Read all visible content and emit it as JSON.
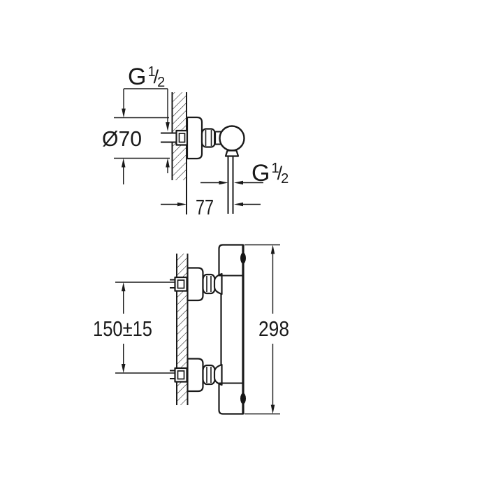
{
  "colors": {
    "line": "#1a1a1a",
    "background": "#ffffff"
  },
  "top_view": {
    "inlet_thread_label": {
      "letter": "G",
      "numerator": "1",
      "slash": "/",
      "denominator": "2"
    },
    "escutcheon_diameter_label": "Ø70",
    "outlet_thread_label": {
      "letter": "G",
      "numerator": "1",
      "slash": "/",
      "denominator": "2"
    },
    "wall_to_outlet_distance_label": "77"
  },
  "side_view": {
    "inlet_spacing_label": "150±15",
    "body_height_label": "298"
  }
}
